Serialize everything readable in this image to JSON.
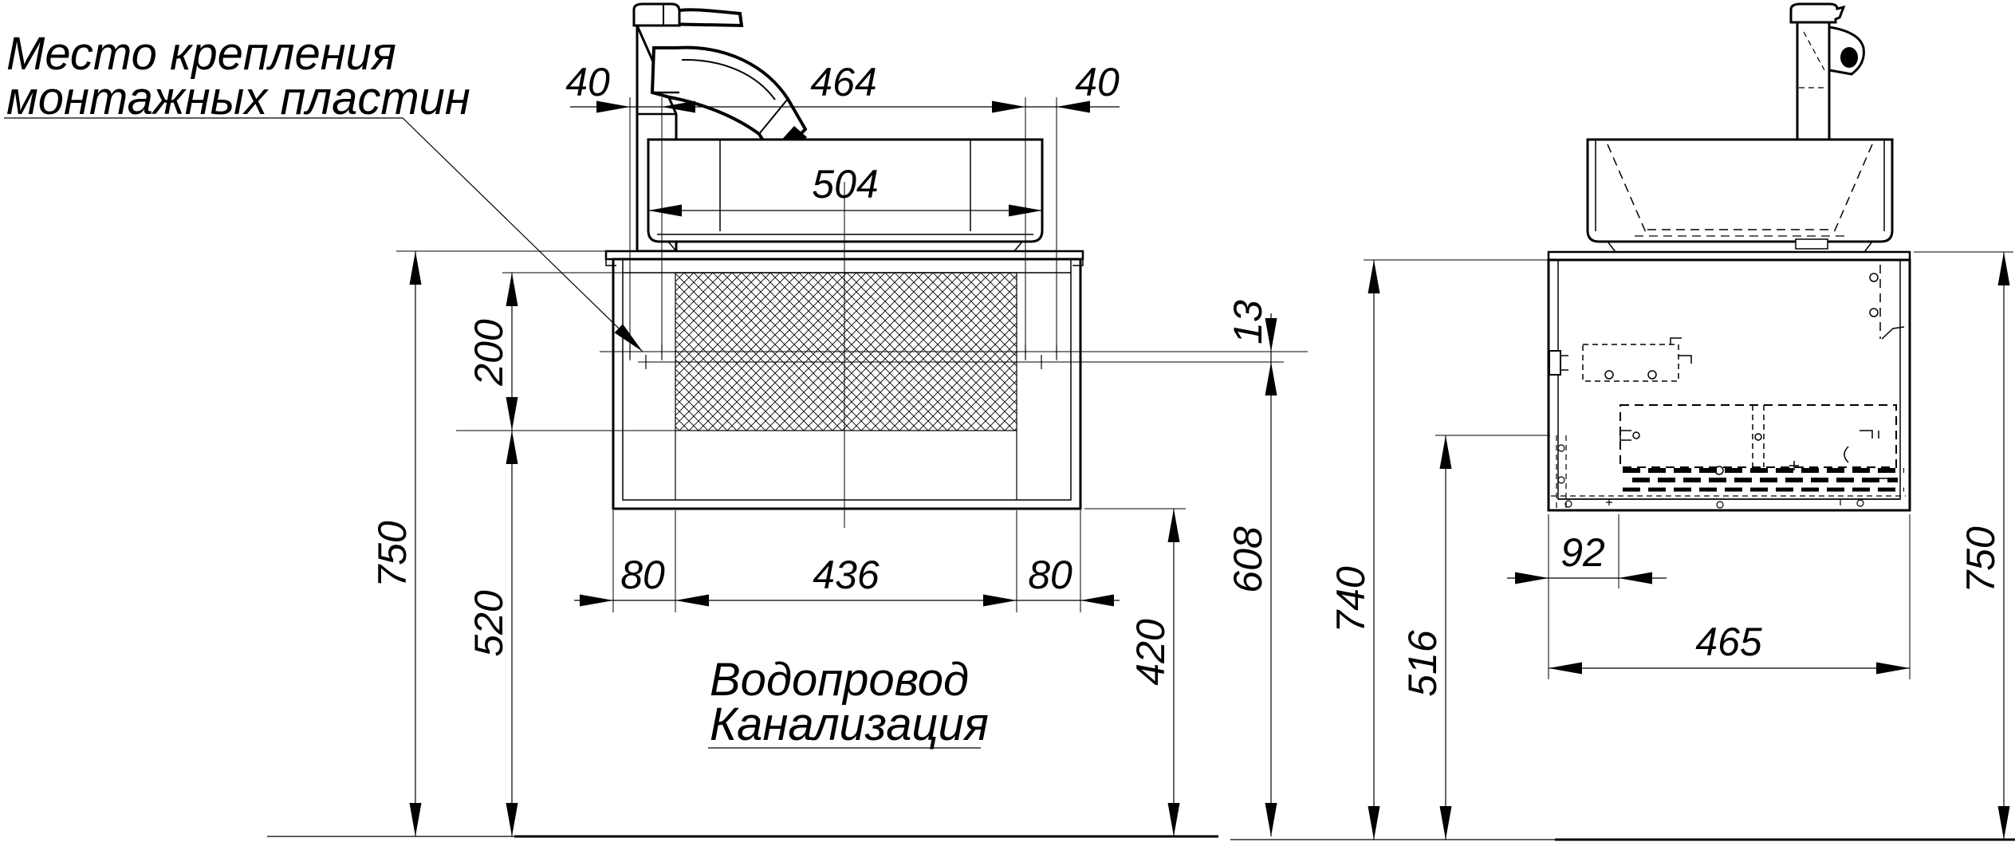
{
  "colors": {
    "ink": "#000000",
    "paper": "#ffffff"
  },
  "notes": {
    "mounting_line1": "Место крепления",
    "mounting_line2": "монтажных пластин",
    "utility_line1": "Водопровод",
    "utility_line2": "Канализация"
  },
  "front": {
    "top_left": "40",
    "top_span": "464",
    "top_right": "40",
    "basin_width": "504",
    "zone_height": "200",
    "total_height": "750",
    "zone_bottom_height": "520",
    "bottom_left": "80",
    "bottom_span": "436",
    "bottom_right": "80",
    "plate_gap": "13",
    "plate_line_height": "608",
    "cabinet_bottom_height": "420"
  },
  "side": {
    "back_offset": "92",
    "depth": "465",
    "cabinet_height": "740",
    "bracket_height": "516",
    "total_height": "750"
  }
}
